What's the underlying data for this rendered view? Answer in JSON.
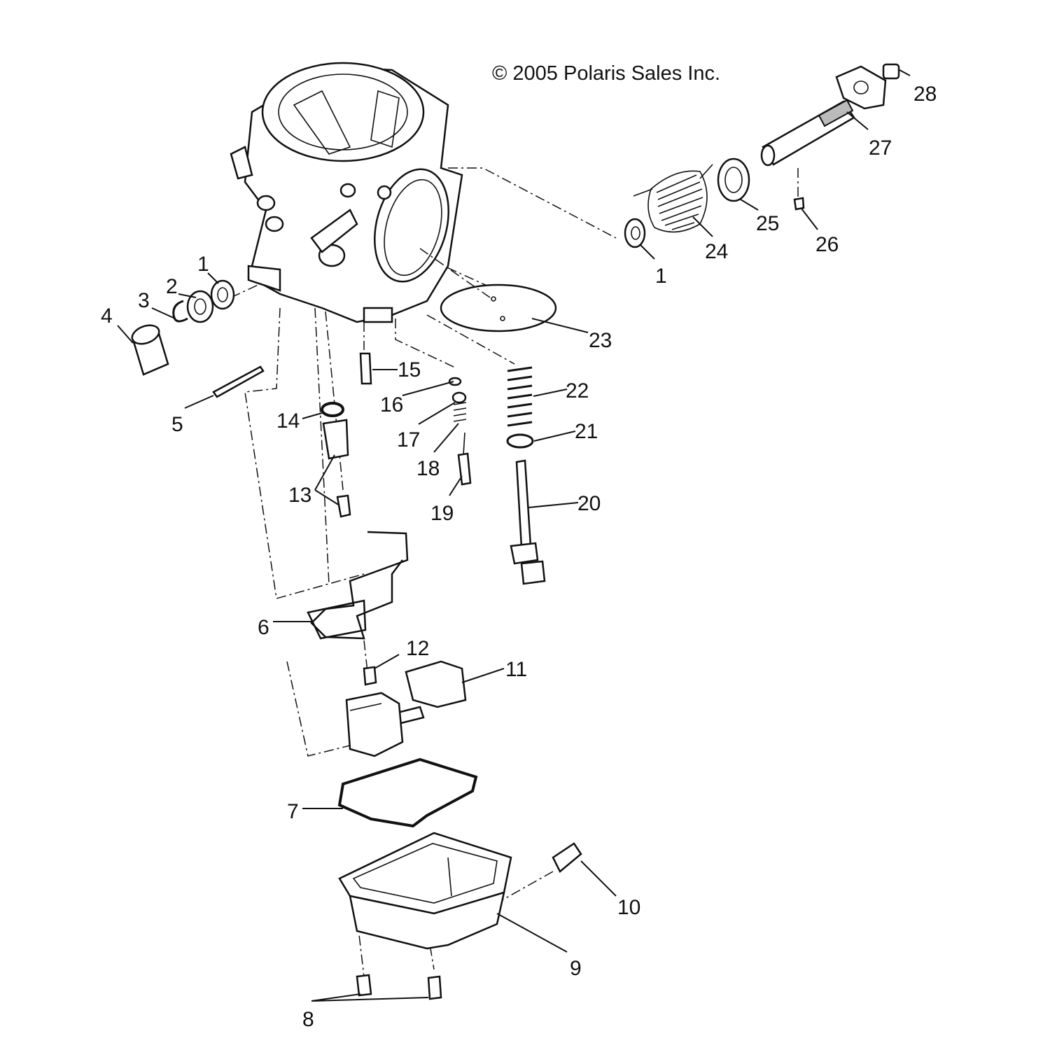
{
  "copyright": "© 2005 Polaris Sales Inc.",
  "callouts": {
    "c1a": "1",
    "c1b": "1",
    "c2": "2",
    "c3": "3",
    "c4": "4",
    "c5": "5",
    "c6": "6",
    "c7": "7",
    "c8": "8",
    "c9": "9",
    "c10": "10",
    "c11": "11",
    "c12": "12",
    "c13": "13",
    "c14": "14",
    "c15": "15",
    "c16": "16",
    "c17": "17",
    "c18": "18",
    "c19": "19",
    "c20": "20",
    "c21": "21",
    "c22": "22",
    "c23": "23",
    "c24": "24",
    "c25": "25",
    "c26": "26",
    "c27": "27",
    "c28": "28"
  }
}
